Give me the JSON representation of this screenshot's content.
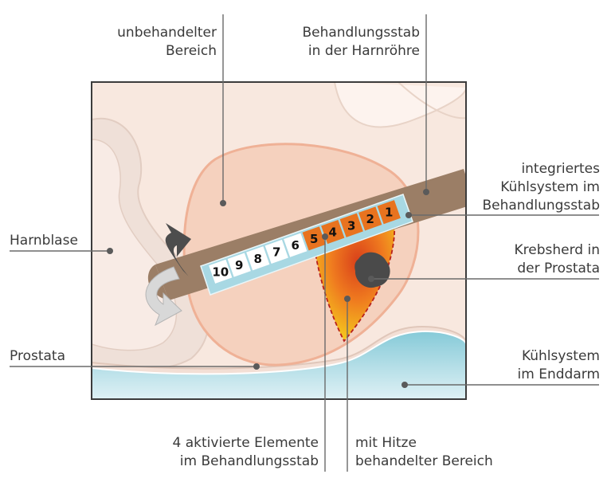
{
  "labels": {
    "unbehandelt": {
      "line1": "unbehandelter",
      "line2": "Bereich"
    },
    "stab_harnroehre": {
      "line1": "Behandlungsstab",
      "line2": "in der Harnröhre"
    },
    "kuehlsystem_stab": {
      "line1": "integriertes",
      "line2": "Kühlsystem im",
      "line3": "Behandlungsstab"
    },
    "harnblase": {
      "line1": "Harnblase"
    },
    "krebsherd": {
      "line1": "Krebsherd in",
      "line2": "der Prostata"
    },
    "prostata": {
      "line1": "Prostata"
    },
    "kuehlsystem_enddarm": {
      "line1": "Kühlsystem",
      "line2": "im Enddarm"
    },
    "aktivierte_elemente": {
      "line1": "4 aktivierte Elemente",
      "line2": "im Behandlungsstab"
    },
    "hitze_bereich": {
      "line1": "mit Hitze",
      "line2": "behandelter Bereich"
    }
  },
  "rod_segments": [
    "1",
    "2",
    "3",
    "4",
    "5",
    "6",
    "7",
    "8",
    "9",
    "10"
  ],
  "active_segments": [
    "1",
    "2",
    "3",
    "4",
    "5"
  ],
  "colors": {
    "tissue": "#f7e6dc",
    "prostate": "#f4d2bf",
    "prostate_outline": "#efb196",
    "rod": "#9b7e66",
    "rod_cooling": "#a8d8e3",
    "segment_active": "#e8731f",
    "segment_inactive": "#ffffff",
    "rectum_cooling": "#8ecfdc",
    "heat_outer": "#f3c824",
    "heat_inner": "#e74e1b",
    "tumor": "#4a4a4a",
    "leader_line": "#6a6a6a"
  }
}
